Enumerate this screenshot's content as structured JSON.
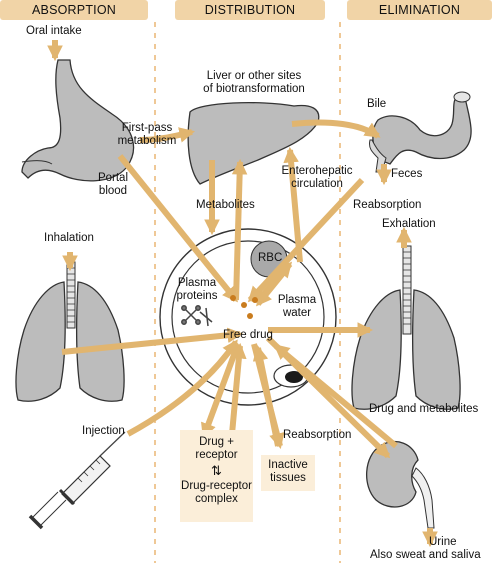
{
  "headers": {
    "absorption": "ABSORPTION",
    "distribution": "DISTRIBUTION",
    "elimination": "ELIMINATION"
  },
  "labels": {
    "oral_intake": "Oral intake",
    "liver_line1": "Liver or other sites",
    "liver_line2": "of biotransformation",
    "bile": "Bile",
    "first_pass_line1": "First-pass",
    "first_pass_line2": "metabolism",
    "portal_line1": "Portal",
    "portal_line2": "blood",
    "enterohepatic_line1": "Enterohepatic",
    "enterohepatic_line2": "circulation",
    "feces": "Feces",
    "metabolites": "Metabolites",
    "reabsorption_top": "Reabsorption",
    "inhalation": "Inhalation",
    "exhalation": "Exhalation",
    "rbc": "RBC",
    "plasma_proteins_line1": "Plasma",
    "plasma_proteins_line2": "proteins",
    "plasma_water_line1": "Plasma",
    "plasma_water_line2": "water",
    "free_drug": "Free drug",
    "drug_and_metabolites": "Drug and metabolites",
    "injection": "Injection",
    "reabsorption_bottom": "Reabsorption",
    "urine": "Urine",
    "sweat_saliva": "Also sweat and saliva"
  },
  "boxes": {
    "receptor_line1": "Drug +",
    "receptor_line2": "receptor",
    "equilibrium": "⇅",
    "complex_line1": "Drug-receptor",
    "complex_line2": "complex",
    "inactive_line1": "Inactive",
    "inactive_line2": "tissues"
  },
  "colors": {
    "arrow": "#e1b56f",
    "organ": "#bcbcbc",
    "organ_stroke": "#333333",
    "box": "#fbeed9",
    "header": "#f1d4a7",
    "dots": "#c97c1e"
  }
}
